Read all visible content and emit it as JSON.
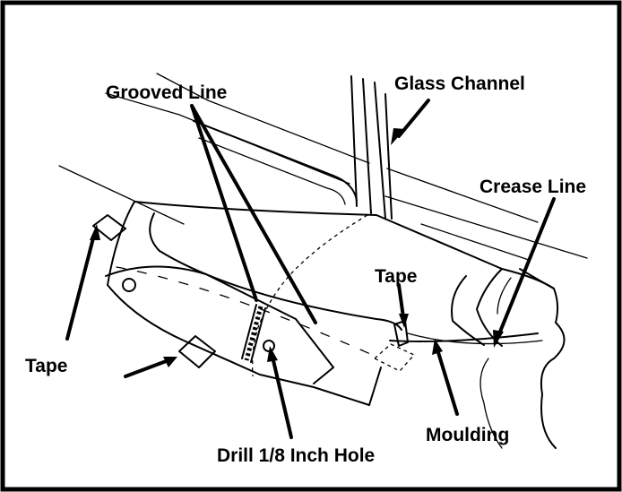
{
  "labels": {
    "grooved_line": "Grooved Line",
    "glass_channel": "Glass Channel",
    "crease_line": "Crease Line",
    "tape_right": "Tape",
    "tape_left": "Tape",
    "moulding": "Moulding",
    "drill_hole": "Drill 1/8 Inch Hole"
  },
  "colors": {
    "ink": "#000000",
    "background": "#ffffff"
  }
}
